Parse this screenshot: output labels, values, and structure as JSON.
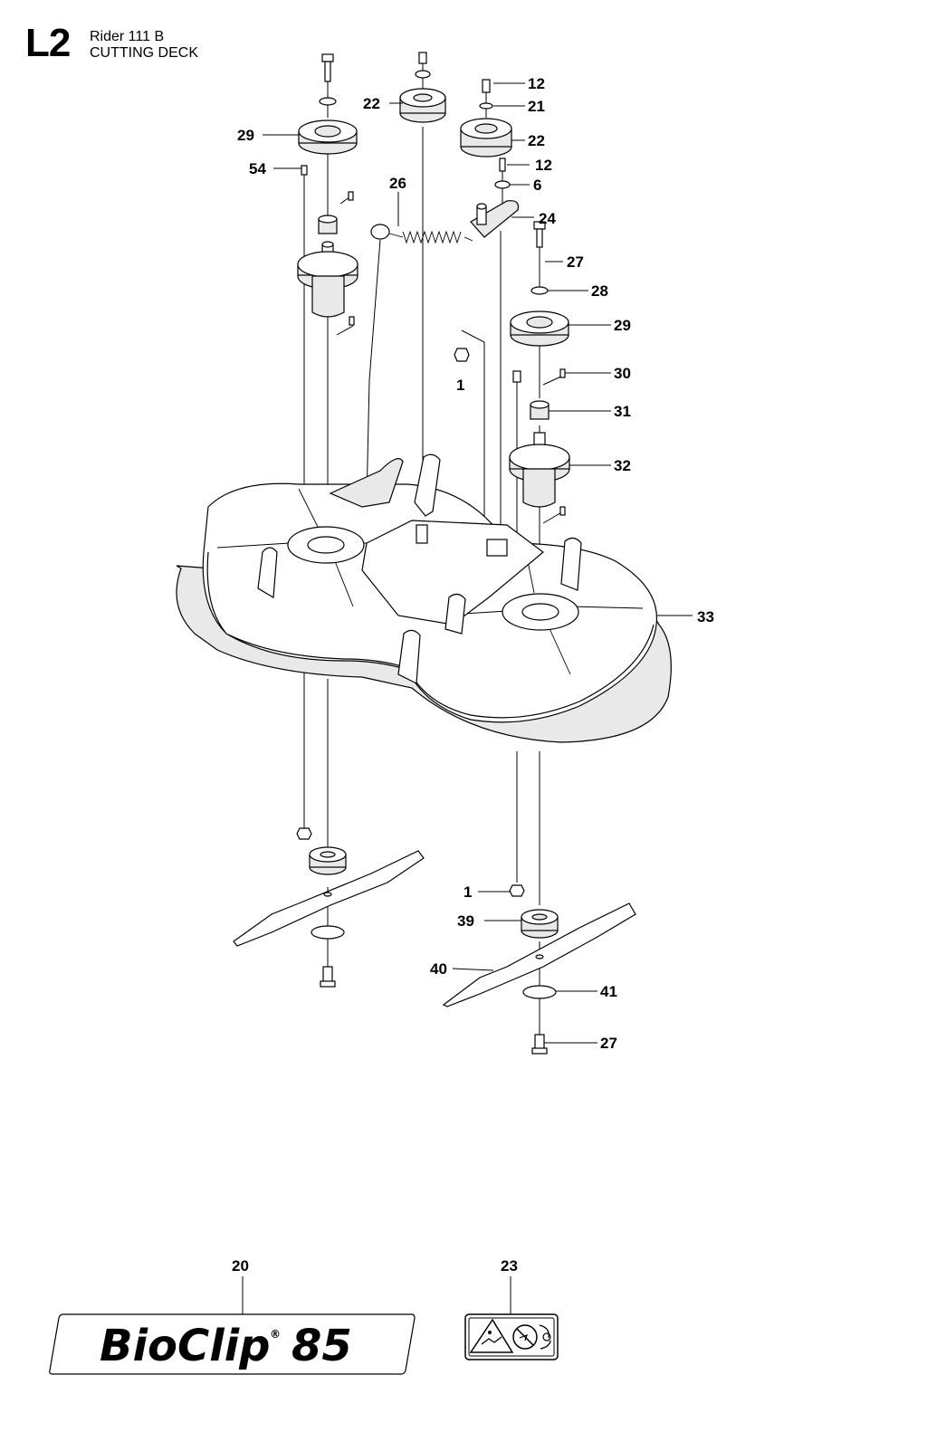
{
  "header": {
    "section_code": "L2",
    "model": "Rider 111 B",
    "title": "CUTTING DECK"
  },
  "callouts": [
    {
      "id": "c-12a",
      "label": "12"
    },
    {
      "id": "c-22a",
      "label": "22"
    },
    {
      "id": "c-21",
      "label": "21"
    },
    {
      "id": "c-29a",
      "label": "29"
    },
    {
      "id": "c-22b",
      "label": "22"
    },
    {
      "id": "c-54",
      "label": "54"
    },
    {
      "id": "c-12b",
      "label": "12"
    },
    {
      "id": "c-26",
      "label": "26"
    },
    {
      "id": "c-6",
      "label": "6"
    },
    {
      "id": "c-24",
      "label": "24"
    },
    {
      "id": "c-27a",
      "label": "27"
    },
    {
      "id": "c-28",
      "label": "28"
    },
    {
      "id": "c-29b",
      "label": "29"
    },
    {
      "id": "c-30",
      "label": "30"
    },
    {
      "id": "c-1a",
      "label": "1"
    },
    {
      "id": "c-31",
      "label": "31"
    },
    {
      "id": "c-32",
      "label": "32"
    },
    {
      "id": "c-33",
      "label": "33"
    },
    {
      "id": "c-1b",
      "label": "1"
    },
    {
      "id": "c-39",
      "label": "39"
    },
    {
      "id": "c-40",
      "label": "40"
    },
    {
      "id": "c-41",
      "label": "41"
    },
    {
      "id": "c-27b",
      "label": "27"
    },
    {
      "id": "c-20",
      "label": "20"
    },
    {
      "id": "c-23",
      "label": "23"
    }
  ],
  "decal": {
    "brand": "BioClip",
    "registered_mark": "®",
    "number": "85"
  },
  "icons": [
    "bioclip-decal-icon",
    "warning-decal-icon",
    "spindle-icon",
    "pulley-icon",
    "blade-icon",
    "spring-icon",
    "bolt-icon",
    "washer-icon",
    "nut-icon"
  ]
}
